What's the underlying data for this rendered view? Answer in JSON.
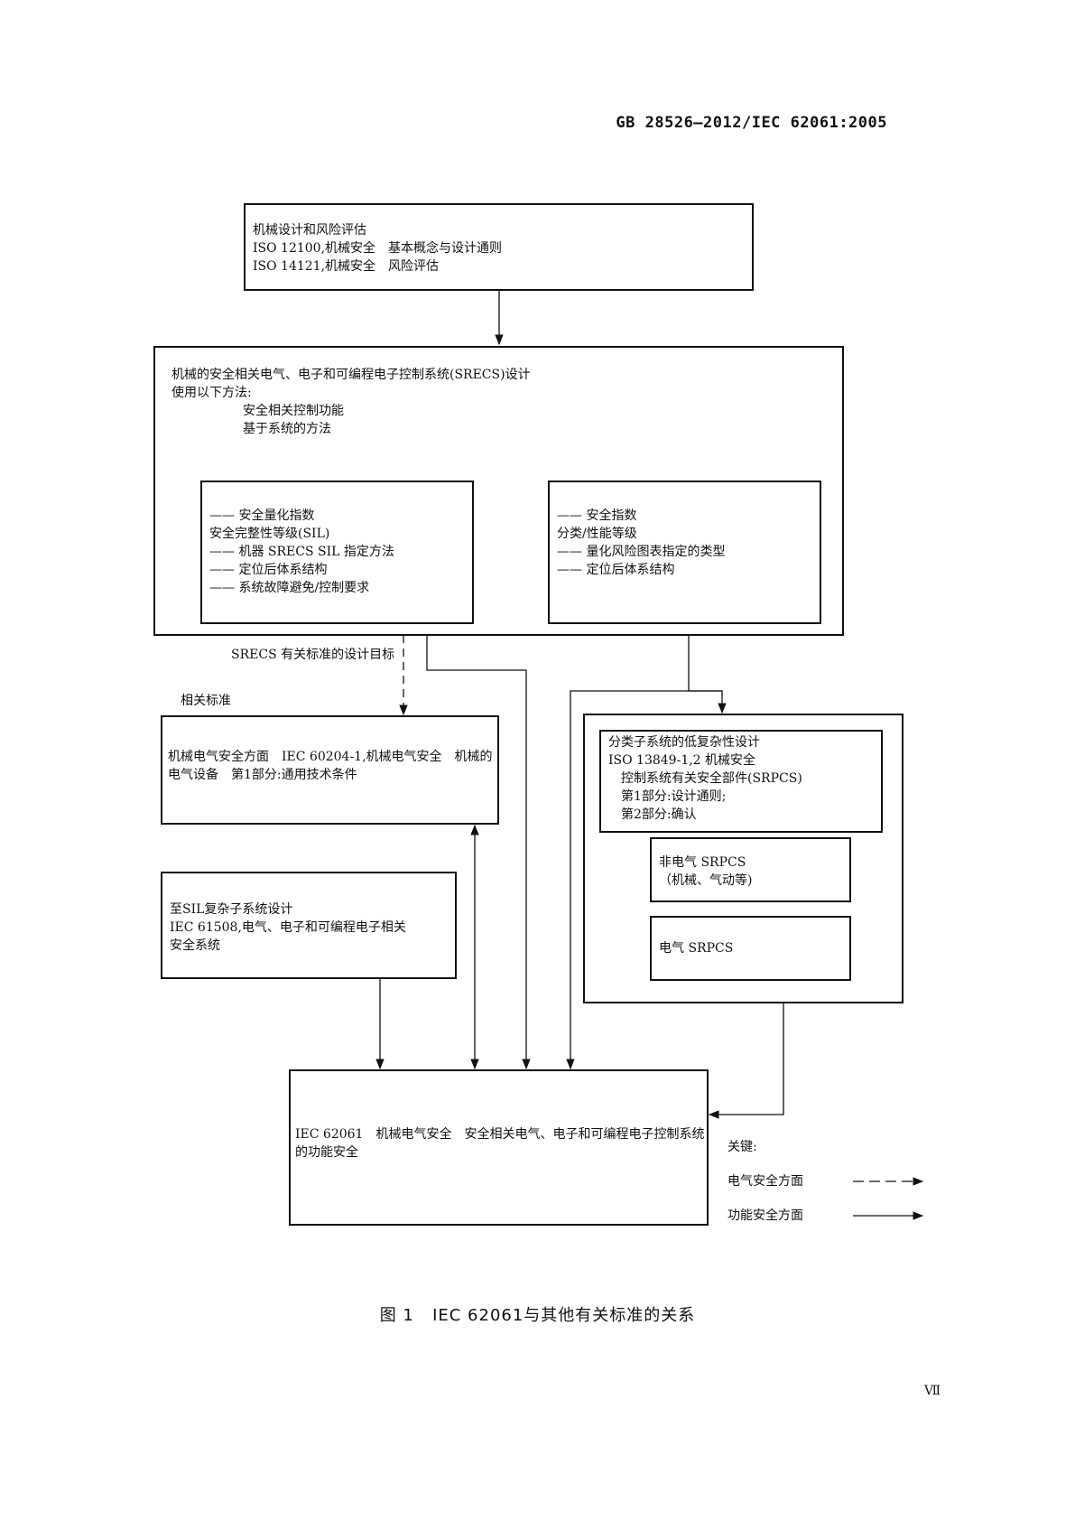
{
  "header": {
    "standard_code": "GB 28526—2012/IEC 62061:2005"
  },
  "boxes": {
    "risk": {
      "lines": [
        "机械设计和风险评估",
        "ISO 12100,机械安全　基本概念与设计通则",
        "ISO 14121,机械安全　风险评估"
      ]
    },
    "srecs": {
      "lines": [
        "机械的安全相关电气、电子和可编程电子控制系统(SRECS)设计",
        "使用以下方法:"
      ],
      "methods": [
        "安全相关控制功能",
        "基于系统的方法"
      ]
    },
    "sil": {
      "lines": [
        "—— 安全量化指数",
        "安全完整性等级(SIL)",
        "—— 机器 SRECS SIL 指定方法",
        "—— 定位后体系结构",
        "—— 系统故障避免/控制要求"
      ]
    },
    "category": {
      "lines": [
        "—— 安全指数",
        "分类/性能等级",
        "—— 量化风险图表指定的类型",
        "—— 定位后体系结构"
      ]
    },
    "iec60204": {
      "lines": [
        "机械电气安全方面　IEC 60204-1,机械电气安全　机械的",
        "电气设备　第1部分:通用技术条件"
      ]
    },
    "iec61508": {
      "lines": [
        "至SIL复杂子系统设计",
        "IEC 61508,电气、电子和可编程电子相关",
        "安全系统"
      ]
    },
    "iso13849": {
      "lines": [
        "分类子系统的低复杂性设计",
        "ISO 13849-1,2 机械安全"
      ],
      "sub": [
        "控制系统有关安全部件(SRPCS)",
        "第1部分:设计通则;",
        "第2部分:确认"
      ]
    },
    "non_electrical": {
      "lines": [
        "非电气 SRPCS",
        "（机械、气动等)"
      ]
    },
    "electrical": {
      "lines": [
        "电气 SRPCS"
      ]
    },
    "iec62061": {
      "lines": [
        "IEC 62061　机械电气安全　安全相关电气、电子和可编程电子控制系统",
        "的功能安全"
      ]
    }
  },
  "labels": {
    "design_target": "SRECS 有关标准的设计目标",
    "related_standards": "相关标准"
  },
  "key": {
    "title": "关键:",
    "electrical": "电气安全方面",
    "functional": "功能安全方面"
  },
  "caption": {
    "figure": "图 1",
    "text": "IEC 62061与其他有关标准的关系"
  },
  "page_number": "Ⅶ"
}
